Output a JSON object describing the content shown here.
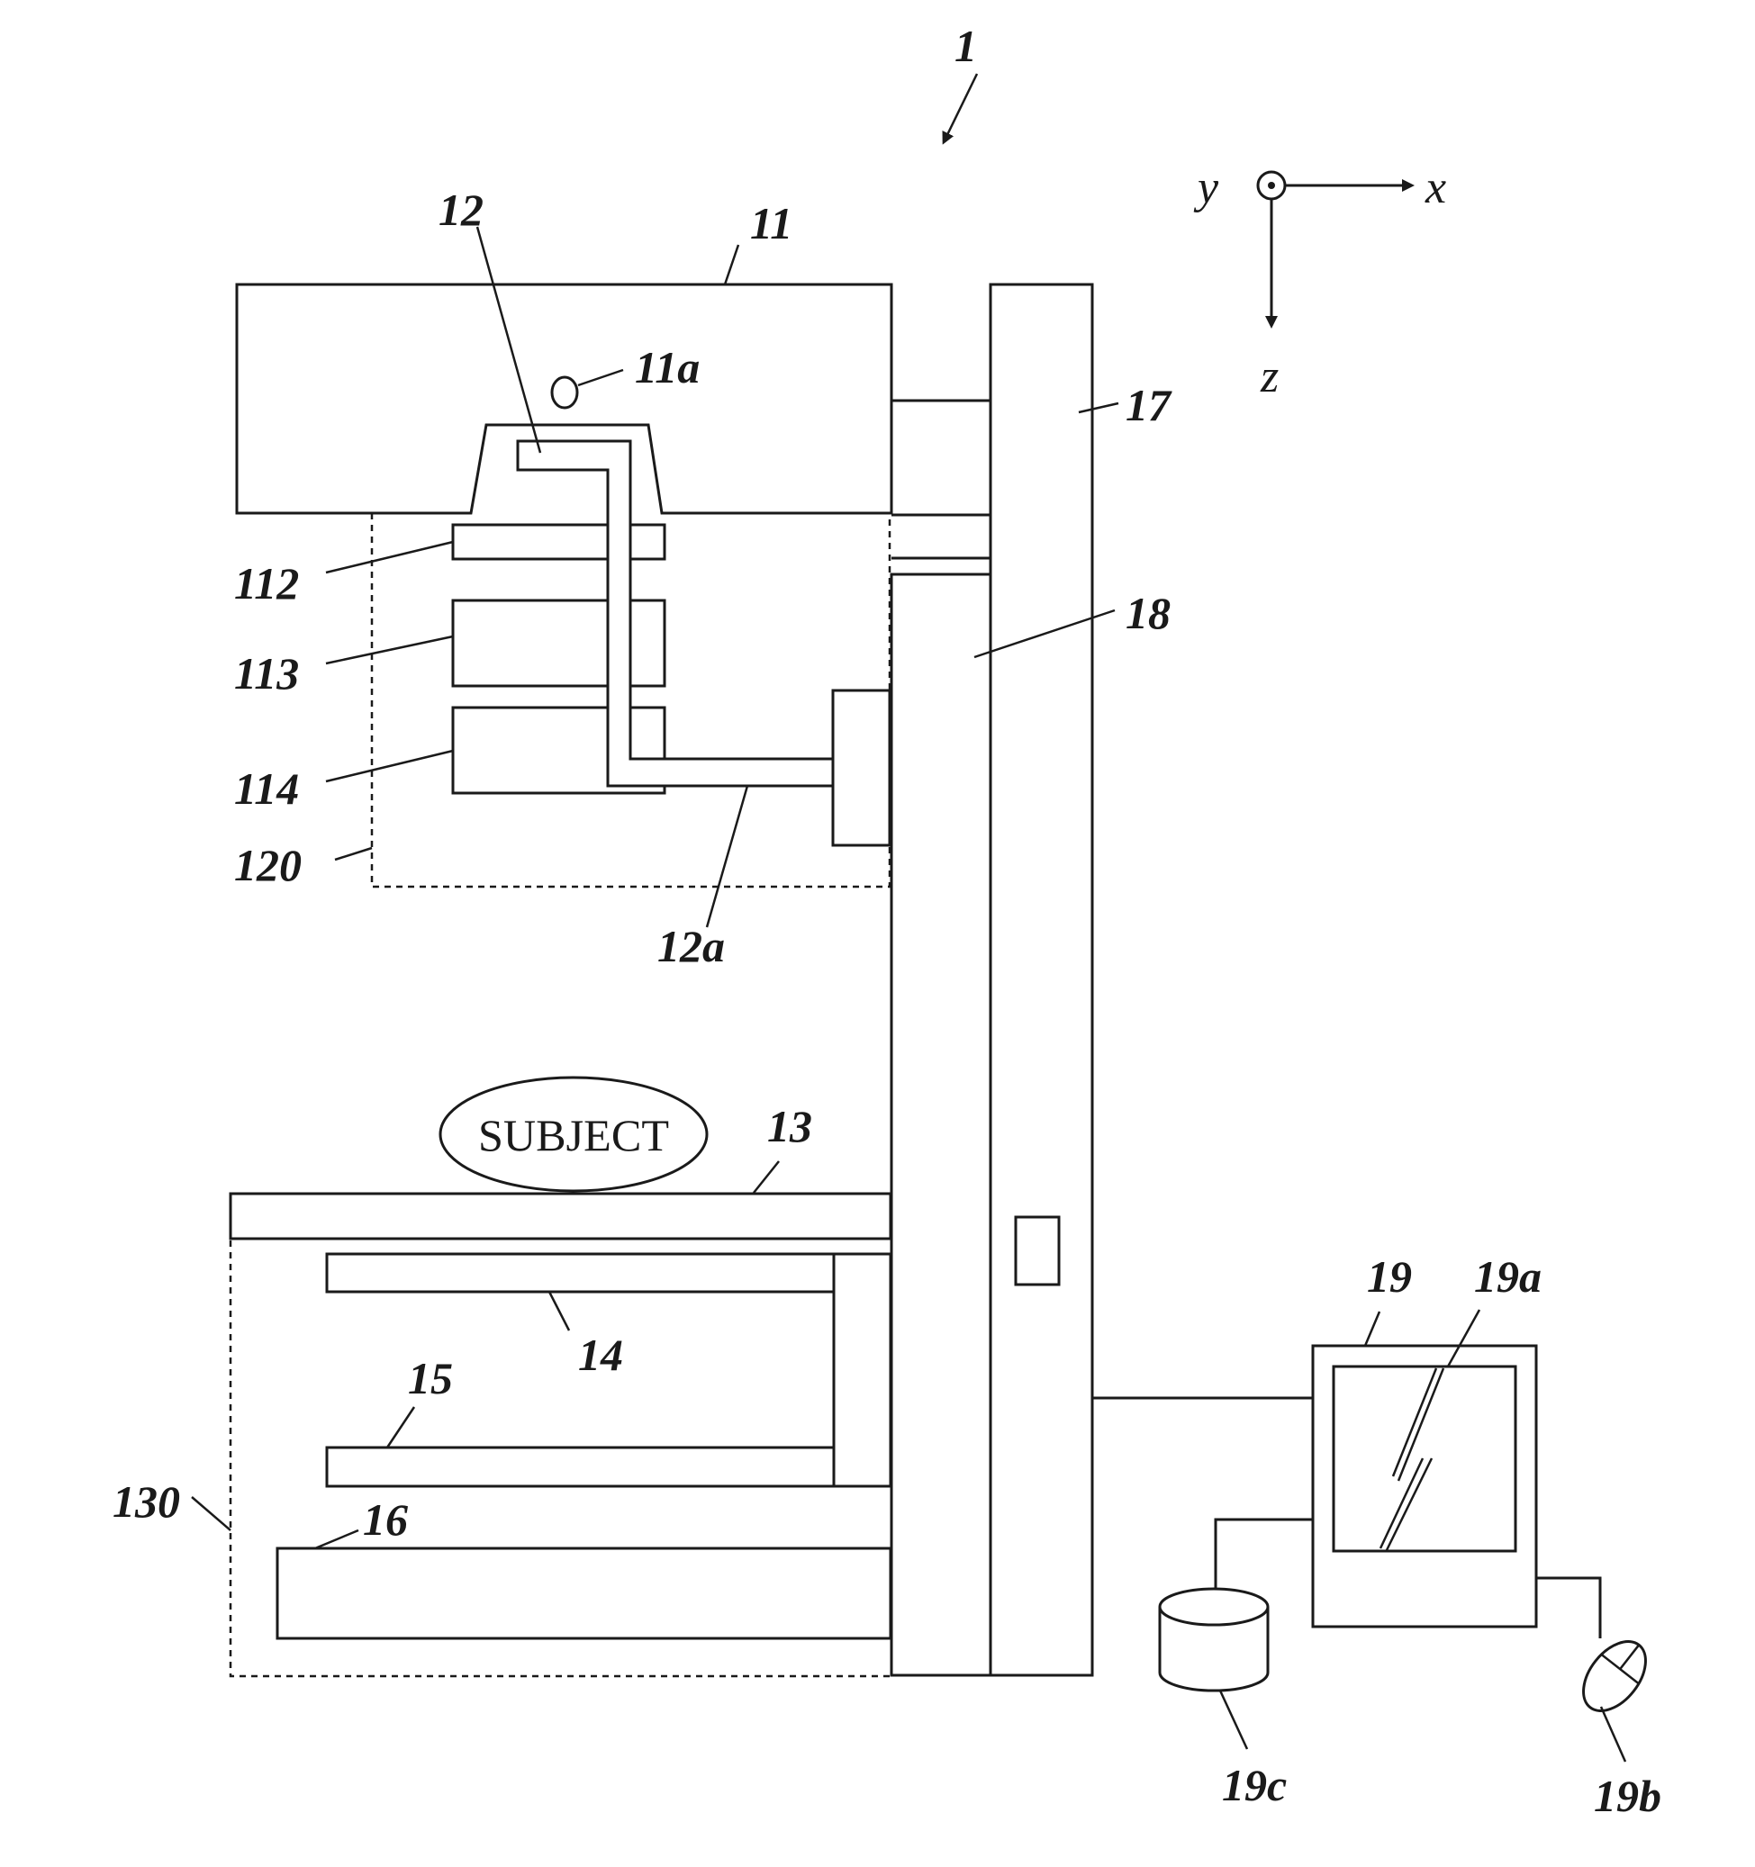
{
  "labels": {
    "system": "1",
    "detector_housing": "11",
    "source": "11a",
    "arm": "12",
    "arm_link": "12a",
    "plate_112": "112",
    "plate_113": "113",
    "plate_114": "114",
    "group_120": "120",
    "table": "13",
    "plate_14": "14",
    "plate_15": "15",
    "plate_16": "16",
    "group_130": "130",
    "column_17": "17",
    "column_18": "18",
    "console": "19",
    "screen": "19a",
    "mouse": "19b",
    "storage": "19c"
  },
  "subject_text": "SUBJECT",
  "axes": {
    "x": "x",
    "y": "y",
    "z": "z"
  }
}
